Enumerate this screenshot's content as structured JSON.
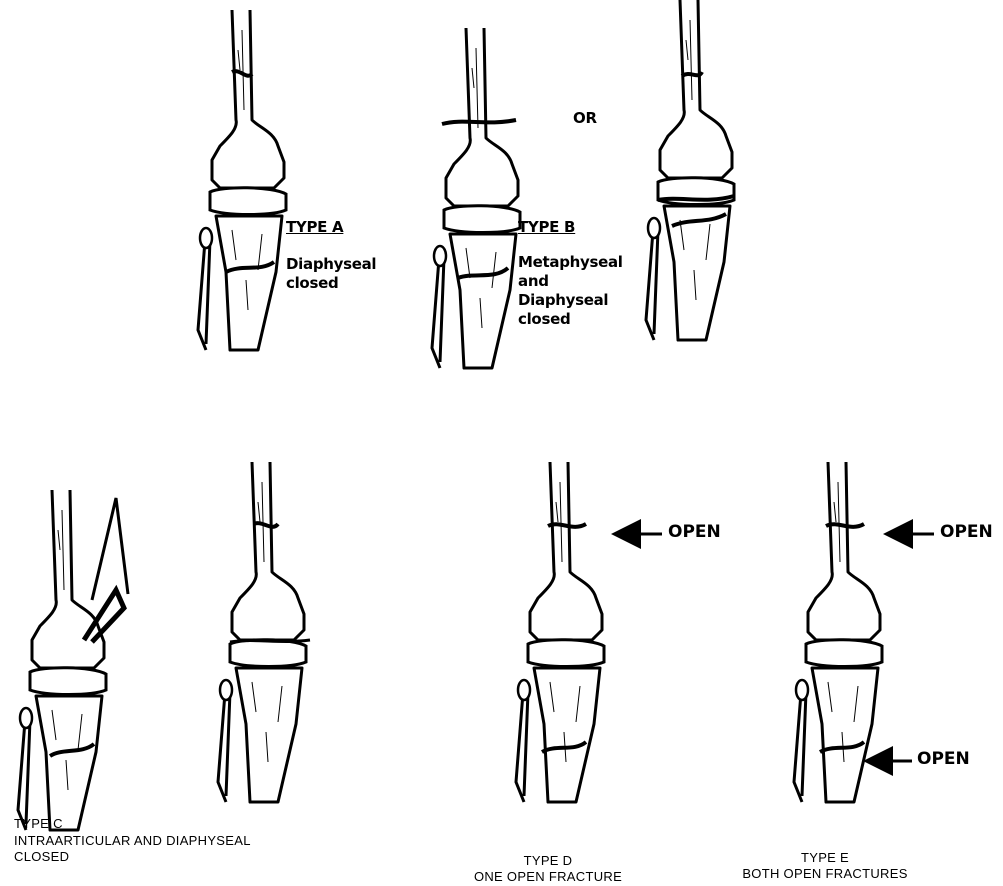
{
  "figure": {
    "type_a": {
      "title": "TYPE A",
      "line1": "Diaphyseal",
      "line2": "closed"
    },
    "or_label": "OR",
    "type_b": {
      "title": "TYPE B",
      "line1": "Metaphyseal",
      "line2": "and",
      "line3": "Diaphyseal",
      "line4": "closed"
    },
    "type_c": {
      "title": "TYPE C",
      "line1": "INTRAARTICULAR AND DIAPHYSEAL",
      "line2": "CLOSED"
    },
    "type_d": {
      "title": "TYPE D",
      "line1": "ONE OPEN FRACTURE",
      "open_label": "OPEN"
    },
    "type_e": {
      "title": "TYPE E",
      "line1": "BOTH OPEN FRACTURES",
      "open_label_top": "OPEN",
      "open_label_bottom": "OPEN"
    }
  }
}
